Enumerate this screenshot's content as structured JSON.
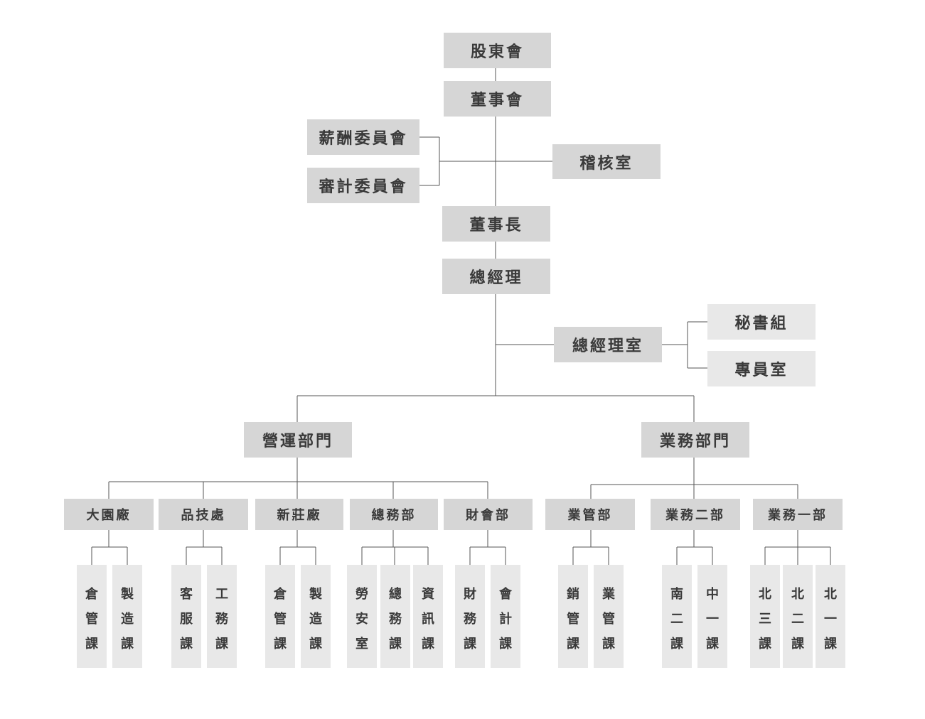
{
  "nodes": {
    "shareholders": "股東會",
    "board": "董事會",
    "remuneration": "薪酬委員會",
    "audit_committee": "審計委員會",
    "audit_office": "稽核室",
    "chairman": "董事長",
    "gm": "總經理",
    "gm_office": "總經理室",
    "secretary": "秘書組",
    "specialist": "專員室",
    "ops_division": "營運部門",
    "sales_division": "業務部門",
    "dayuan": "大園廠",
    "quality": "品技處",
    "xinzhuang": "新莊廠",
    "general_affairs": "總務部",
    "finance": "財會部",
    "sales_mgmt": "業管部",
    "sales2": "業務二部",
    "sales1": "業務一部"
  },
  "sections": [
    {
      "id": "dayuan-warehouse",
      "label": "倉管課"
    },
    {
      "id": "dayuan-manufacturing",
      "label": "製造課"
    },
    {
      "id": "customer-service",
      "label": "客服課"
    },
    {
      "id": "engineering",
      "label": "工務課"
    },
    {
      "id": "xinzhuang-warehouse",
      "label": "倉管課"
    },
    {
      "id": "xinzhuang-manufacturing",
      "label": "製造課"
    },
    {
      "id": "labor-safety",
      "label": "勞安室"
    },
    {
      "id": "general-affairs",
      "label": "總務課"
    },
    {
      "id": "information",
      "label": "資訊課"
    },
    {
      "id": "finance-affairs",
      "label": "財務課"
    },
    {
      "id": "accounting",
      "label": "會計課"
    },
    {
      "id": "sales-admin",
      "label": "銷管課"
    },
    {
      "id": "business-admin",
      "label": "業管課"
    },
    {
      "id": "south-two",
      "label": "南二課"
    },
    {
      "id": "central-one",
      "label": "中一課"
    },
    {
      "id": "north-three",
      "label": "北三課"
    },
    {
      "id": "north-two",
      "label": "北二課"
    },
    {
      "id": "north-one",
      "label": "北一課"
    }
  ],
  "colors": {
    "box_dark": "#d6d6d6",
    "box_light": "#e8e8e8",
    "line": "#555555",
    "text": "#3a3a3a"
  }
}
